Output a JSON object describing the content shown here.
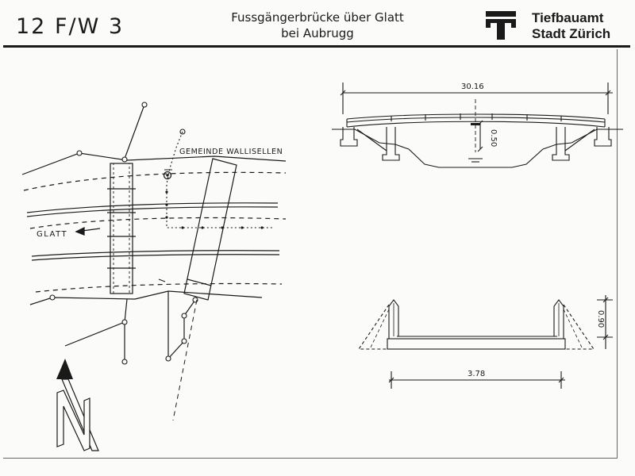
{
  "header": {
    "drawing_code": "12 F/W 3",
    "title_line1": "Fussgängerbrücke über Glatt",
    "title_line2": "bei Aubrugg",
    "org_line1": "Tiefbauamt",
    "org_line2": "Stadt Zürich"
  },
  "site_plan": {
    "municipality_label": "GEMEINDE WALLISELLEN",
    "river_label": "GLATT",
    "north_label": "N"
  },
  "elevation": {
    "span_label": "30.16",
    "clearance_label": "0.50"
  },
  "cross_section": {
    "width_label": "3.78",
    "railing_height_label": "0.90"
  },
  "colors": {
    "ink": "#1a1a1a",
    "paper": "#fbfbfa"
  }
}
